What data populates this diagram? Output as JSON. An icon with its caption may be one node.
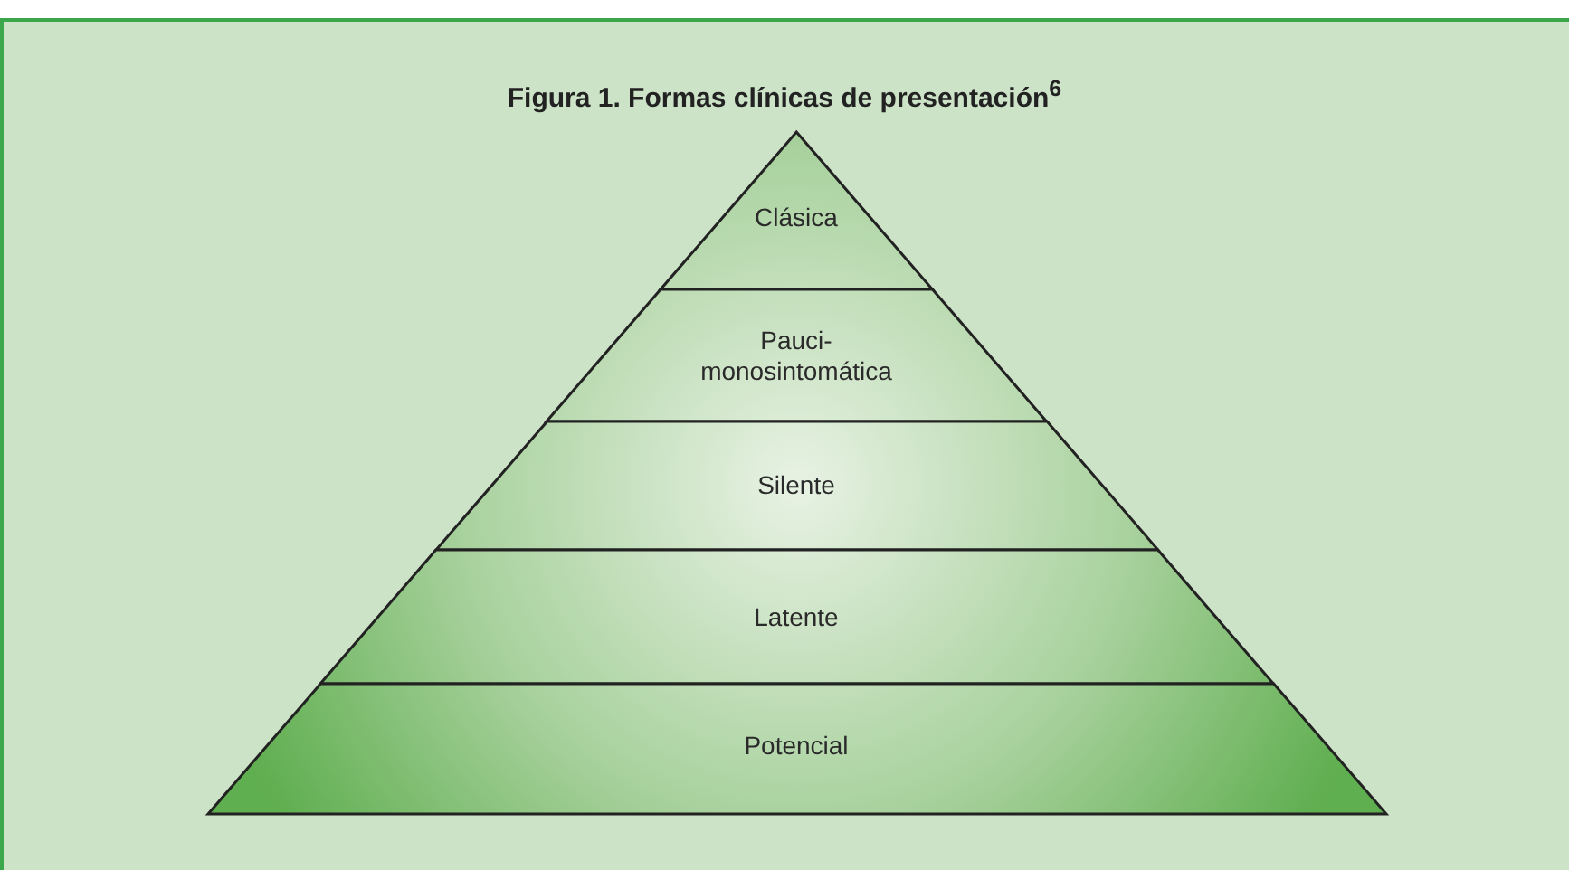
{
  "diagram": {
    "title": "**Figura 1.** Formas clínicas de presentación$^{6}$",
    "nodes": [
      {
        "text": [
          "Clásica"
        ]
      },
      {
        "text": [
          "Pauci- monosintomática"
        ]
      },
      {
        "text": [
          "Silente"
        ]
      },
      {
        "text": [
          "Latente"
        ]
      },
      {
        "text": [
          "Potencial"
        ]
      }
    ]
  }
}
